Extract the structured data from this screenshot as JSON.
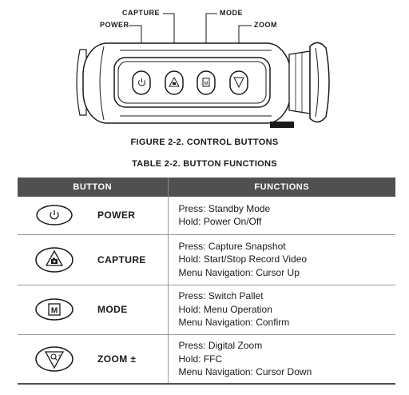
{
  "figure": {
    "callouts": {
      "power": "POWER",
      "capture": "CAPTURE",
      "mode": "MODE",
      "zoom": "ZOOM"
    },
    "caption": "FIGURE 2-2. CONTROL BUTTONS"
  },
  "table": {
    "caption": "TABLE 2-2. BUTTON FUNCTIONS",
    "headers": {
      "button": "BUTTON",
      "functions": "FUNCTIONS"
    },
    "rows": [
      {
        "icon": "power-icon",
        "name": "POWER",
        "functions": [
          "Press: Standby Mode",
          "Hold: Power On/Off"
        ]
      },
      {
        "icon": "capture-icon",
        "name": "CAPTURE",
        "functions": [
          "Press: Capture Snapshot",
          "Hold: Start/Stop Record Video",
          "Menu Navigation: Cursor Up"
        ]
      },
      {
        "icon": "mode-icon",
        "name": "MODE",
        "functions": [
          "Press: Switch Pallet",
          "Hold: Menu Operation",
          "Menu Navigation: Confirm"
        ]
      },
      {
        "icon": "zoom-icon",
        "name": "ZOOM ±",
        "functions": [
          "Press: Digital Zoom",
          "Hold: FFC",
          "Menu Navigation: Cursor Down"
        ]
      }
    ]
  }
}
